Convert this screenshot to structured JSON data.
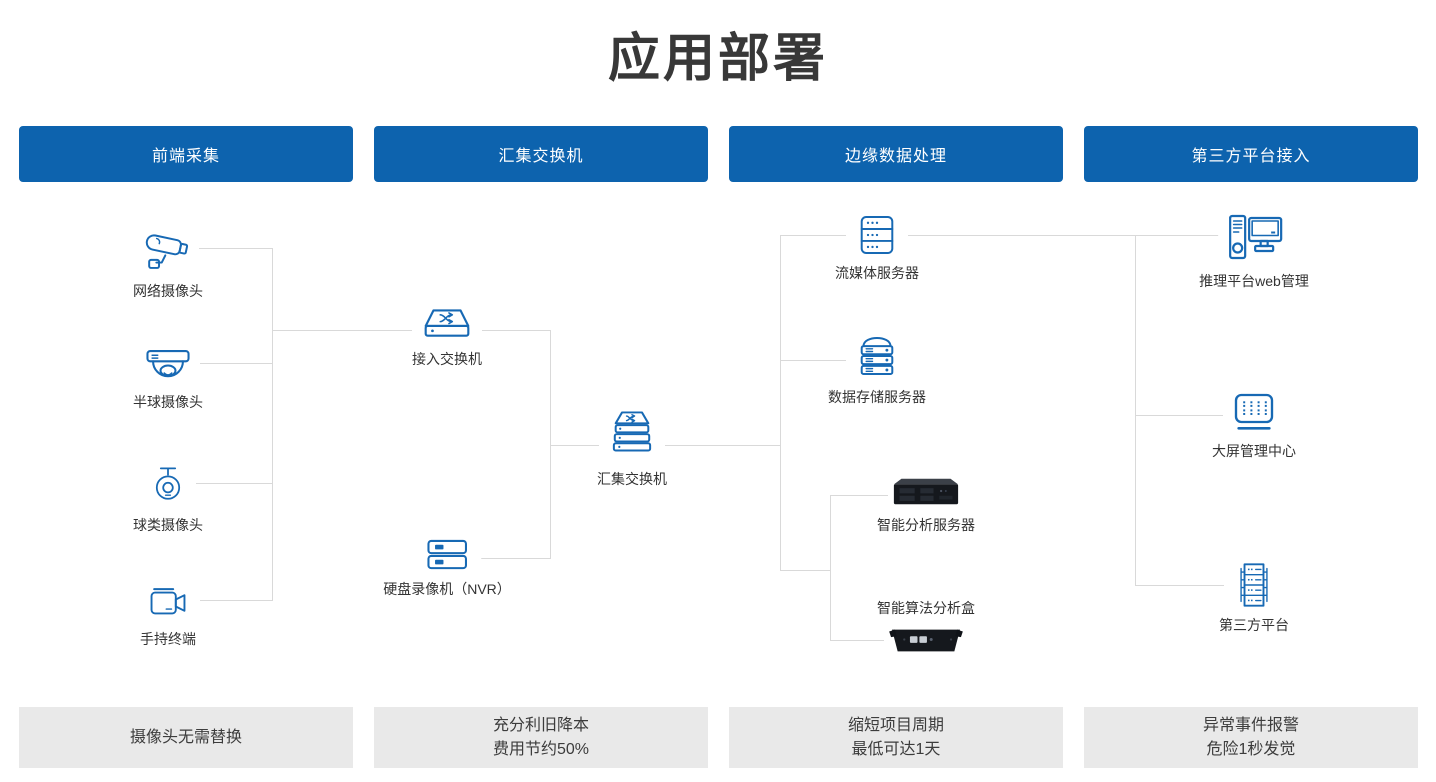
{
  "title": "应用部署",
  "columns": [
    {
      "header": "前端采集",
      "benefit": "摄像头无需替换"
    },
    {
      "header": "汇集交换机",
      "benefit": "充分利旧降本\n费用节约50%"
    },
    {
      "header": "边缘数据处理",
      "benefit": "缩短项目周期\n最低可达1天"
    },
    {
      "header": "第三方平台接入",
      "benefit": "异常事件报警\n危险1秒发觉"
    }
  ],
  "nodes": {
    "network_camera": {
      "label": "网络摄像头"
    },
    "dome_camera": {
      "label": "半球摄像头"
    },
    "ball_camera": {
      "label": "球类摄像头"
    },
    "handheld_terminal": {
      "label": "手持终端"
    },
    "access_switch": {
      "label": "接入交换机"
    },
    "nvr": {
      "label": "硬盘录像机（NVR）"
    },
    "aggregation_switch": {
      "label": "汇集交换机"
    },
    "streaming_server": {
      "label": "流媒体服务器"
    },
    "storage_server": {
      "label": "数据存储服务器"
    },
    "analysis_server": {
      "label": "智能分析服务器"
    },
    "algorithm_box": {
      "label": "智能算法分析盒"
    },
    "inference_platform": {
      "label": "推理平台web管理"
    },
    "big_screen_center": {
      "label": "大屏管理中心"
    },
    "third_party_platform": {
      "label": "第三方平台"
    }
  },
  "colors": {
    "header_bg": "#0d63ae",
    "icon_stroke": "#1769b4",
    "connector": "#d9d9d9",
    "benefit_bg": "#e9e9e9",
    "title_color": "#383838"
  }
}
